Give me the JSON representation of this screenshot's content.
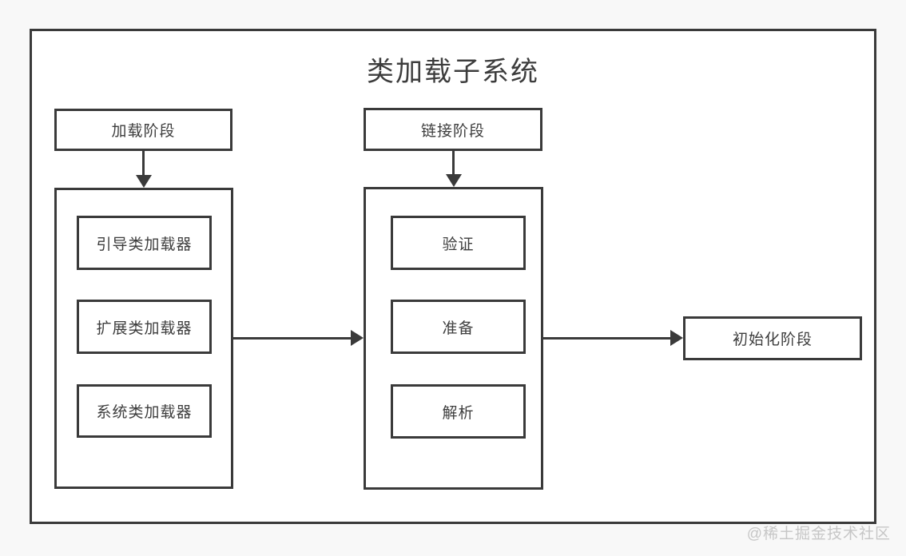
{
  "diagram": {
    "title": "类加载子系统",
    "loading": {
      "phase_label": "加载阶段",
      "loaders": [
        "引导类加载器",
        "扩展类加载器",
        "系统类加载器"
      ]
    },
    "linking": {
      "phase_label": "链接阶段",
      "steps": [
        "验证",
        "准备",
        "解析"
      ]
    },
    "initialization": {
      "phase_label": "初始化阶段"
    }
  },
  "watermark": {
    "text": "@稀土掘金技术社区"
  },
  "colors": {
    "line": "#3a3a3a",
    "page_background": "#f8f8f8",
    "canvas_background": "#ffffff",
    "watermark": "#c6c6c6"
  }
}
